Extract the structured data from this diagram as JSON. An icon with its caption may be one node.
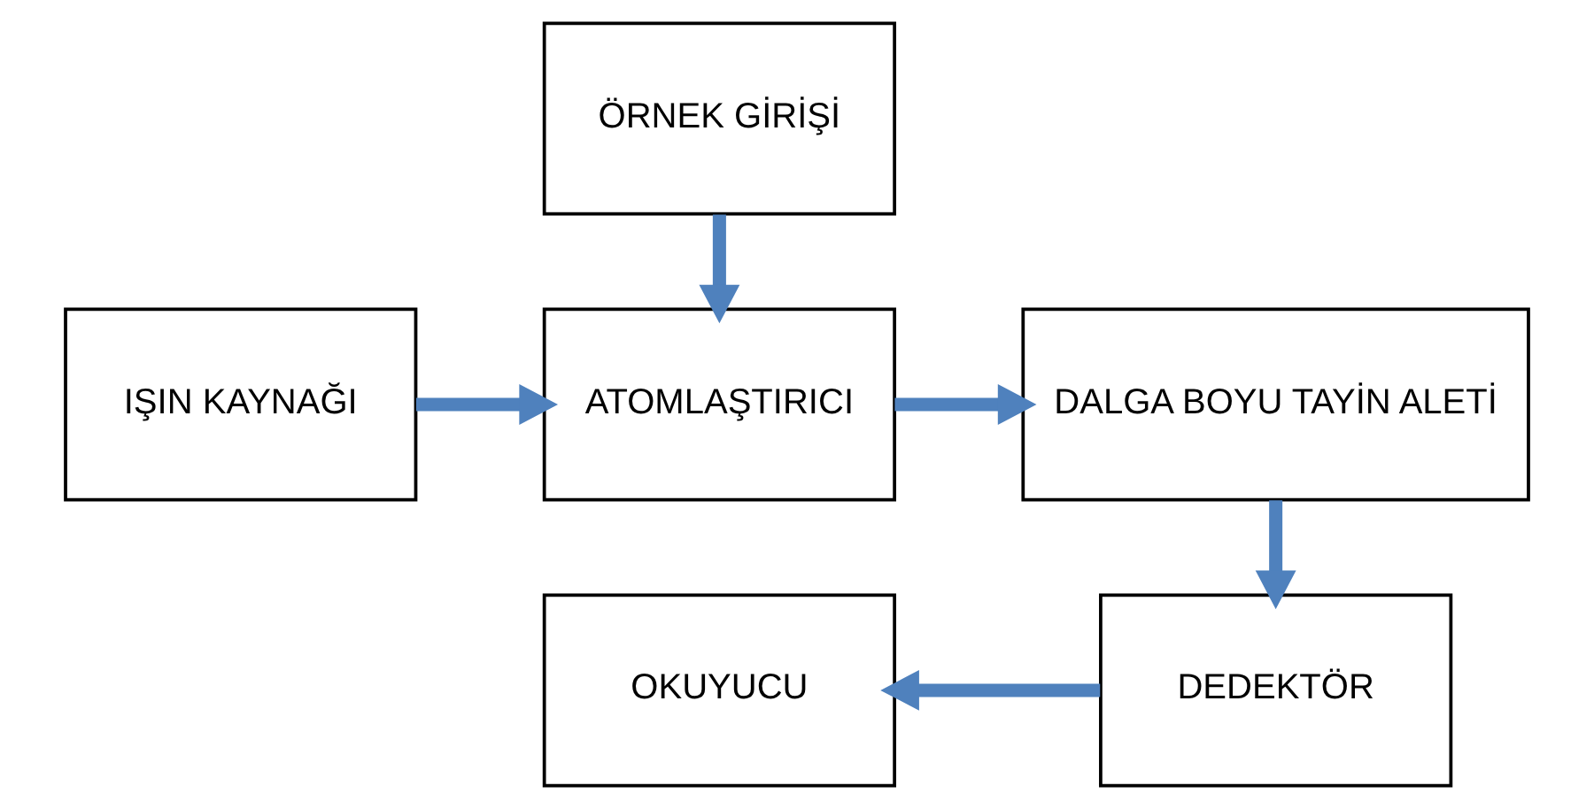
{
  "diagram": {
    "nodes": [
      {
        "text": [
          "IŞIN KAYNAĞI"
        ]
      },
      {
        "text": [
          "ÖRNEK GİRİŞİ"
        ]
      },
      {
        "text": [
          "ATOMLAŞTIRICI"
        ]
      },
      {
        "text": [
          "DALGA BOYU TAYİN ALETİ"
        ]
      },
      {
        "text": [
          "DEDEKTÖR"
        ]
      },
      {
        "text": [
          "OKUYUCU"
        ]
      }
    ],
    "edges": [
      {
        "from": 0,
        "to": 2,
        "arrow": "to"
      },
      {
        "from": 1,
        "to": 2,
        "arrow": "to"
      },
      {
        "from": 2,
        "to": 3,
        "arrow": "to"
      },
      {
        "from": 3,
        "to": 4,
        "arrow": "to"
      },
      {
        "from": 4,
        "to": 5,
        "arrow": "to"
      }
    ]
  }
}
